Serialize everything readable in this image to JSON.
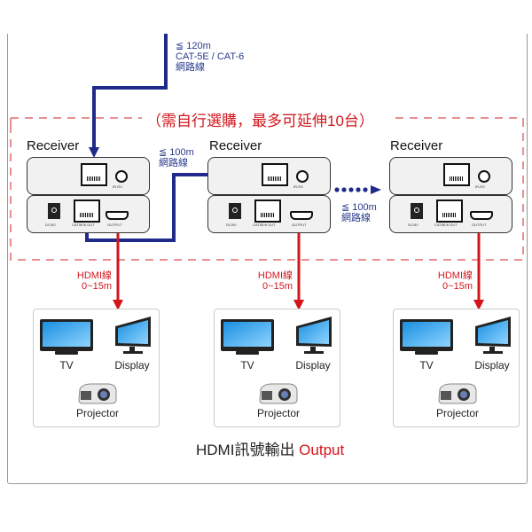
{
  "top_link": {
    "distance": "≦ 120m",
    "cable_type": "CAT-5E / CAT-6",
    "cable_name": "網路線"
  },
  "group_title": "（需自行選購，最多可延伸10台）",
  "chain_link": {
    "distance": "≦ 100m",
    "cable_name": "網路線"
  },
  "receivers": [
    {
      "title": "Receiver",
      "ir_label": "IR-RX",
      "dc_label": "DC/5V",
      "cat_label": "CAT5E/6 OUT",
      "out_label": "OUTPUT"
    },
    {
      "title": "Receiver",
      "ir_label": "IR-RX",
      "dc_label": "DC/5V",
      "cat_label": "CAT5E/6 OUT",
      "out_label": "OUTPUT"
    },
    {
      "title": "Receiver",
      "ir_label": "IR-RX",
      "dc_label": "DC/5V",
      "cat_label": "CAT5E/6 OUT",
      "out_label": "OUTPUT"
    }
  ],
  "hdmi_links": [
    {
      "cable": "HDMI線",
      "range": "0~15m"
    },
    {
      "cable": "HDMI線",
      "range": "0~15m"
    },
    {
      "cable": "HDMI線",
      "range": "0~15m"
    }
  ],
  "outputs": [
    {
      "tv": "TV",
      "display": "Display",
      "projector": "Projector"
    },
    {
      "tv": "TV",
      "display": "Display",
      "projector": "Projector"
    },
    {
      "tv": "TV",
      "display": "Display",
      "projector": "Projector"
    }
  ],
  "footer": {
    "prefix": "HDMI訊號輸出 ",
    "highlight": "Output"
  },
  "colors": {
    "network_line": "#1f2a8a",
    "hdmi_line": "#d4161c",
    "dashed_group": "#e06a6a"
  }
}
